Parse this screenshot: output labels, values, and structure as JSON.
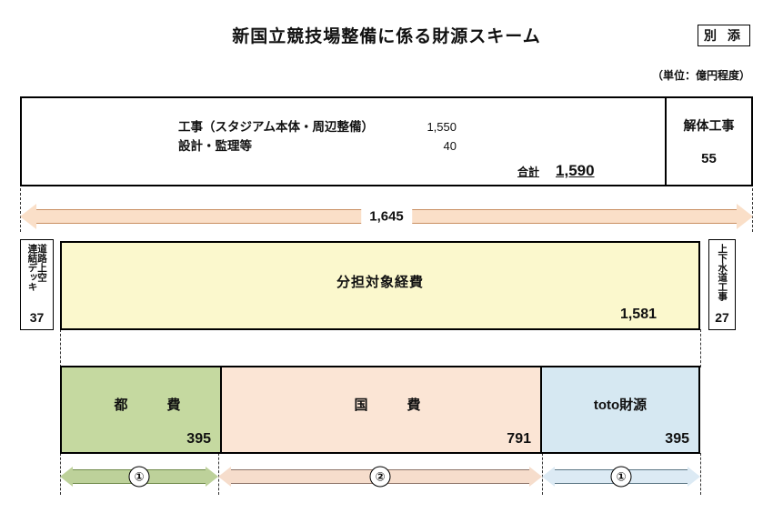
{
  "header": {
    "title": "新国立競技場整備に係る財源スキーム",
    "attachment_label": "別 添",
    "unit_note": "（単位：億円程度）"
  },
  "cost_box": {
    "rows": [
      {
        "name": "工事（スタジアム本体・周辺整備）",
        "amount": "1,550"
      },
      {
        "name": "設計・監理等",
        "amount": "40"
      }
    ],
    "total_label": "合計",
    "total_value": "1,590",
    "demolition": {
      "label": "解体工事",
      "value": "55"
    }
  },
  "total_arrow": {
    "value": "1,645",
    "color": "#fadfc8"
  },
  "left_side_box": {
    "line1": "道路上空",
    "line2": "連結デッキ",
    "value": "37"
  },
  "right_side_box": {
    "label": "上下水道工事",
    "value": "27"
  },
  "shared_band": {
    "title": "分担対象経費",
    "value": "1,581",
    "color": "#fbf8cd"
  },
  "funding": [
    {
      "name": "都　費",
      "value": "395",
      "color": "#c5d9a0",
      "arrow_label": "①",
      "arrow_color": "#bdd19a"
    },
    {
      "name": "国　費",
      "value": "791",
      "color": "#fbe5d5",
      "arrow_label": "②",
      "arrow_color": "#f6ddcc"
    },
    {
      "name": "toto財源",
      "value": "395",
      "color": "#d6e8f2",
      "arrow_label": "①",
      "arrow_color": "#d6e8f2"
    }
  ]
}
